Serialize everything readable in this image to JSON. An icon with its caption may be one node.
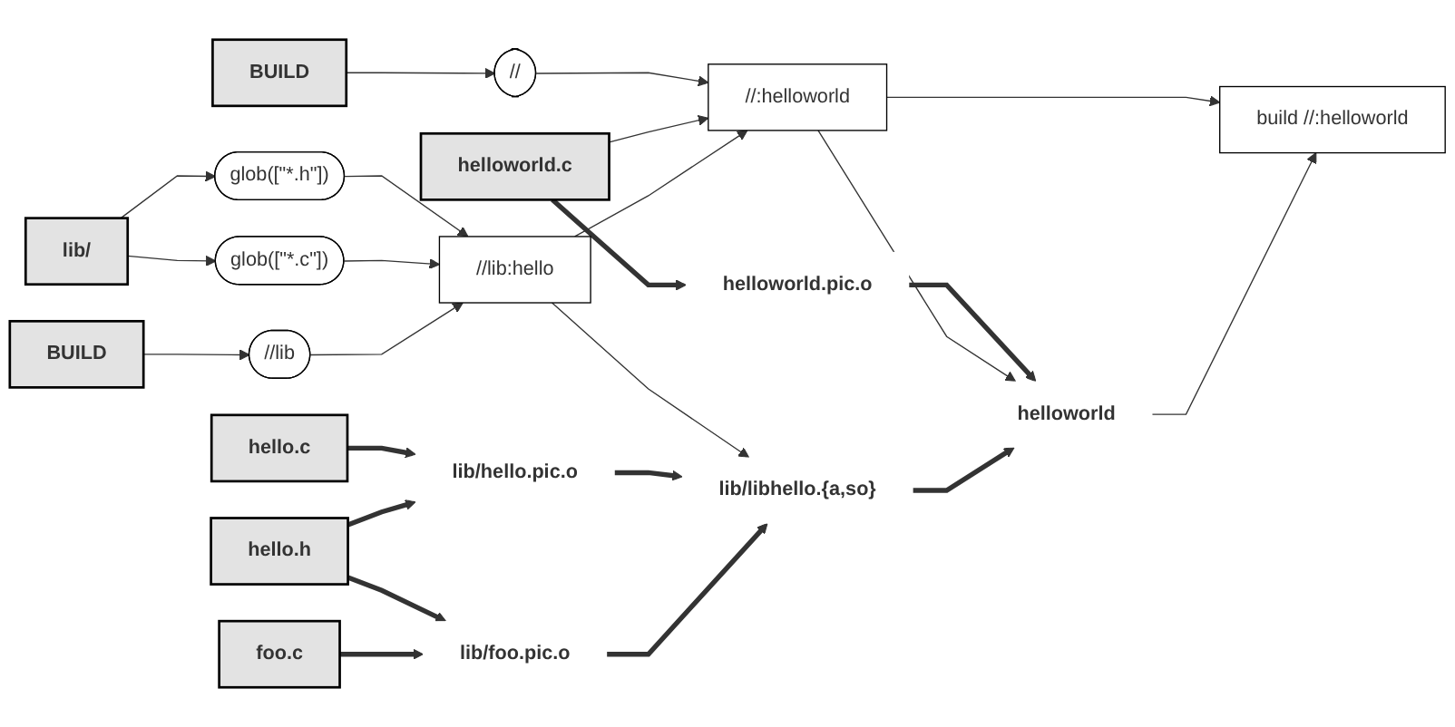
{
  "diagram": {
    "nodes": [
      {
        "text": [
          "BUILD"
        ]
      },
      {
        "text": [
          "helloworld.c"
        ]
      },
      {
        "text": [
          "lib/"
        ]
      },
      {
        "text": [
          "BUILD"
        ]
      },
      {
        "text": [
          "hello.c"
        ]
      },
      {
        "text": [
          "hello.h"
        ]
      },
      {
        "text": [
          "foo.c"
        ]
      },
      {
        "text": [
          "//"
        ]
      },
      {
        "text": [
          "glob([\"*.h\"])"
        ]
      },
      {
        "text": [
          "glob([\"*.c\"])"
        ]
      },
      {
        "text": [
          "//lib"
        ]
      },
      {
        "text": [
          "//:helloworld"
        ]
      },
      {
        "text": [
          "helloworld.pic.o"
        ]
      },
      {
        "text": [
          "//lib:hello"
        ]
      },
      {
        "text": [
          "lib/hello.pic.o"
        ]
      },
      {
        "text": [
          "lib/foo.pic.o"
        ]
      },
      {
        "text": [
          "lib/libhello.{a,so}"
        ]
      },
      {
        "text": [
          "helloworld"
        ]
      },
      {
        "text": [
          "build //:helloworld"
        ]
      }
    ],
    "edges": [
      {
        "from": 0,
        "to": 7,
        "arrow": "to"
      },
      {
        "from": 7,
        "to": 11,
        "arrow": "to"
      },
      {
        "from": 1,
        "to": 11,
        "arrow": "to"
      },
      {
        "from": 1,
        "to": 12,
        "arrow": "to",
        "style": "thick"
      },
      {
        "from": 12,
        "to": 17,
        "arrow": "to",
        "style": "thick"
      },
      {
        "from": 11,
        "to": 18,
        "arrow": "to"
      },
      {
        "from": 11,
        "to": 17,
        "arrow": "to"
      },
      {
        "from": 17,
        "to": 18,
        "arrow": "to"
      },
      {
        "from": 2,
        "to": 8,
        "arrow": "to"
      },
      {
        "from": 2,
        "to": 9,
        "arrow": "to"
      },
      {
        "from": 8,
        "to": 13,
        "arrow": "to"
      },
      {
        "from": 9,
        "to": 13,
        "arrow": "to"
      },
      {
        "from": 3,
        "to": 10,
        "arrow": "to"
      },
      {
        "from": 10,
        "to": 13,
        "arrow": "to"
      },
      {
        "from": 13,
        "to": 11,
        "arrow": "to"
      },
      {
        "from": 13,
        "to": 16,
        "arrow": "to"
      },
      {
        "from": 4,
        "to": 14,
        "arrow": "to",
        "style": "thick"
      },
      {
        "from": 5,
        "to": 14,
        "arrow": "to",
        "style": "thick"
      },
      {
        "from": 5,
        "to": 15,
        "arrow": "to",
        "style": "thick"
      },
      {
        "from": 6,
        "to": 15,
        "arrow": "to",
        "style": "thick"
      },
      {
        "from": 14,
        "to": 16,
        "arrow": "to",
        "style": "thick"
      },
      {
        "from": 15,
        "to": 16,
        "arrow": "to",
        "style": "thick"
      },
      {
        "from": 16,
        "to": 17,
        "arrow": "to",
        "style": "thick"
      }
    ]
  }
}
